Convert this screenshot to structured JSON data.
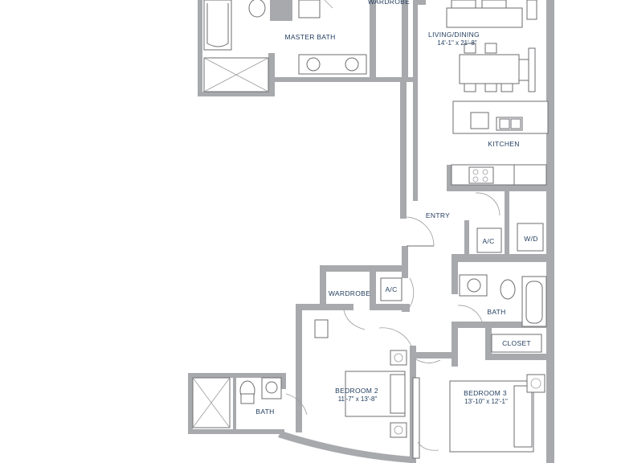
{
  "rooms": {
    "wardrobe_top": "WARDROBE",
    "master_bath": "MASTER BATH",
    "living_dining": "LIVING/DINING",
    "living_dining_dims": "14'-1\" x 21'-8\"",
    "kitchen": "KITCHEN",
    "entry": "ENTRY",
    "ac_1": "A/C",
    "wd": "W/D",
    "wardrobe_2": "WARDROBE",
    "ac_2": "A/C",
    "bath_right": "BATH",
    "closet": "CLOSET",
    "bedroom2": "BEDROOM 2",
    "bedroom2_dims": "11'-7\" x 13'-8\"",
    "bedroom3": "BEDROOM 3",
    "bedroom3_dims": "13'-10\" x 12'-1\"",
    "bath_left": "BATH"
  },
  "colors": {
    "wall": "#a7a9ac",
    "label": "#1f3b5c",
    "fixture_line": "#6d6e71"
  }
}
